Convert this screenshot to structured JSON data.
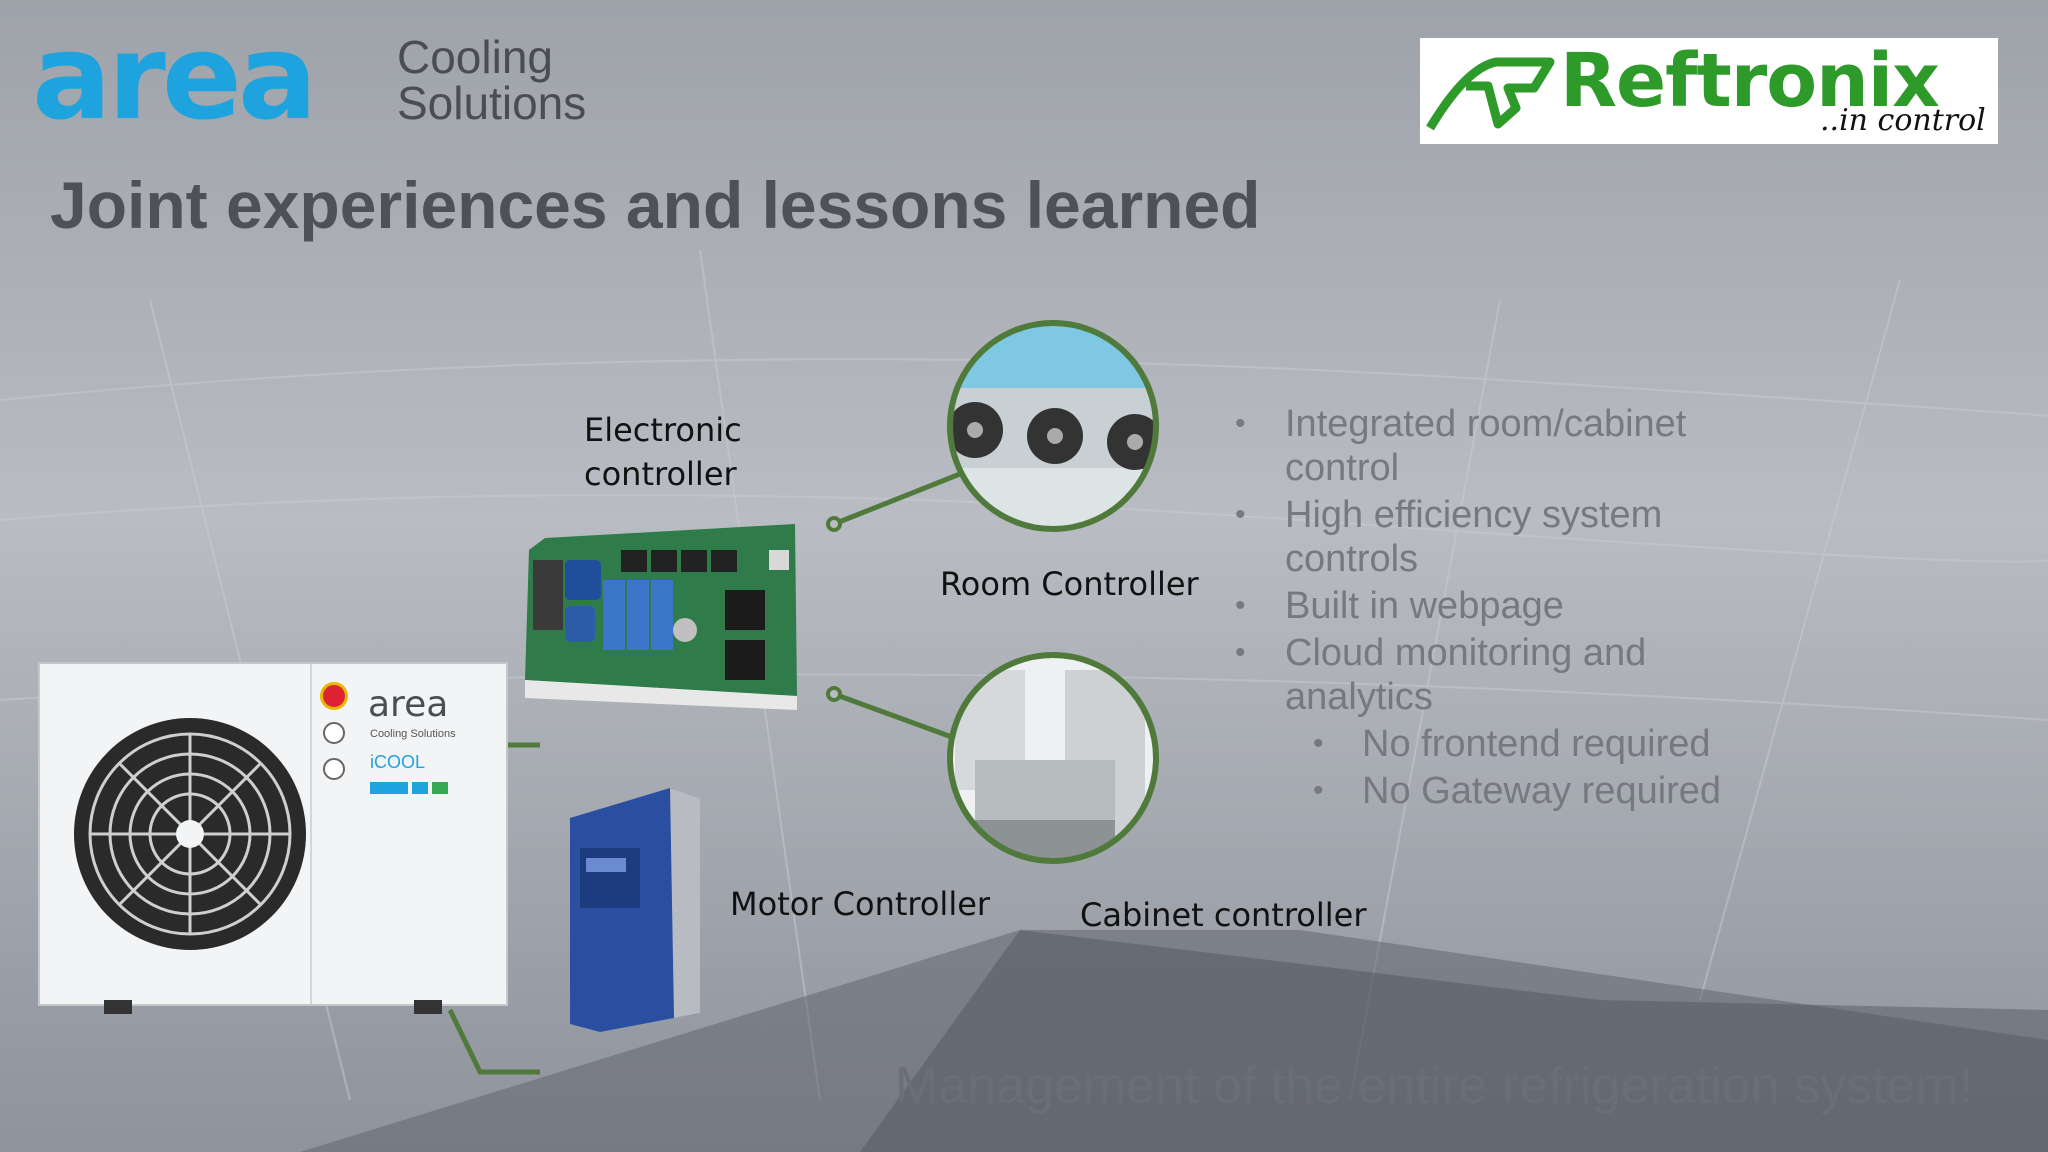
{
  "header": {
    "area_logo": "area",
    "area_subtitle_line1": "Cooling",
    "area_subtitle_line2": "Solutions",
    "partner_logo": "Reftronix",
    "partner_tagline": "..in control"
  },
  "slide": {
    "title": "Joint experiences and lessons learned",
    "labels": {
      "electronic_controller_line1": "Electronic",
      "electronic_controller_line2": "controller",
      "room_controller": "Room Controller",
      "motor_controller": "Motor Controller",
      "cabinet_controller": "Cabinet controller"
    },
    "bullets": [
      "Integrated room/cabinet control",
      "High efficiency system controls",
      "Built in webpage",
      "Cloud monitoring and analytics"
    ],
    "sub_bullets": [
      "No frontend required",
      "No Gateway required"
    ],
    "tagline": "Management of the entire refrigeration system!"
  },
  "unit": {
    "brand": "area",
    "brand_sub": "Cooling Solutions",
    "product": "iCOOL"
  },
  "colors": {
    "area_blue": "#1ea3de",
    "reftronix_green": "#2e9a2a",
    "connector_green": "#4f7a3c"
  },
  "icons": [
    "fan-icon",
    "circuit-board-image",
    "drive-image",
    "evaporator-image",
    "cabinet-image"
  ]
}
